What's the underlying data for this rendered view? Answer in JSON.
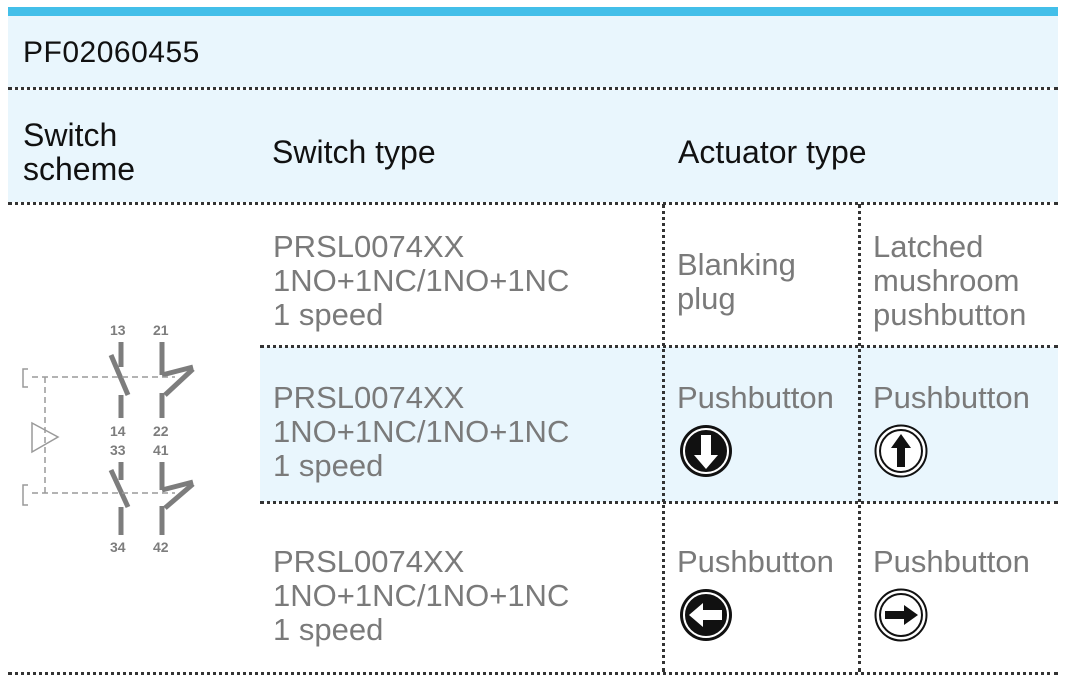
{
  "part_number": "PF02060455",
  "headers": {
    "switch_scheme": [
      "Switch",
      "scheme"
    ],
    "switch_type": "Switch type",
    "actuator_type": "Actuator type"
  },
  "rows": [
    {
      "switch_type": [
        "PRSL0074XX",
        "1NO+1NC/1NO+1NC",
        "1 speed"
      ],
      "actuator_a": [
        "Blanking",
        "plug"
      ],
      "actuator_b": [
        "Latched",
        "mushroom",
        "pushbutton"
      ]
    },
    {
      "switch_type": [
        "PRSL0074XX",
        "1NO+1NC/1NO+1NC",
        "1 speed"
      ],
      "actuator_a": [
        "Pushbutton"
      ],
      "actuator_a_icon": "arrow-down-filled-icon",
      "actuator_b": [
        "Pushbutton"
      ],
      "actuator_b_icon": "arrow-up-outline-icon"
    },
    {
      "switch_type": [
        "PRSL0074XX",
        "1NO+1NC/1NO+1NC",
        "1 speed"
      ],
      "actuator_a": [
        "Pushbutton"
      ],
      "actuator_a_icon": "arrow-left-filled-icon",
      "actuator_b": [
        "Pushbutton"
      ],
      "actuator_b_icon": "arrow-right-outline-icon"
    }
  ],
  "scheme_terminals": [
    "13",
    "21",
    "14",
    "22",
    "33",
    "41",
    "34",
    "42"
  ],
  "colors": {
    "accent": "#43bfe9",
    "band": "#e9f6fd",
    "muted_text": "#7a7a7a",
    "scheme": "#7d7d7d"
  }
}
